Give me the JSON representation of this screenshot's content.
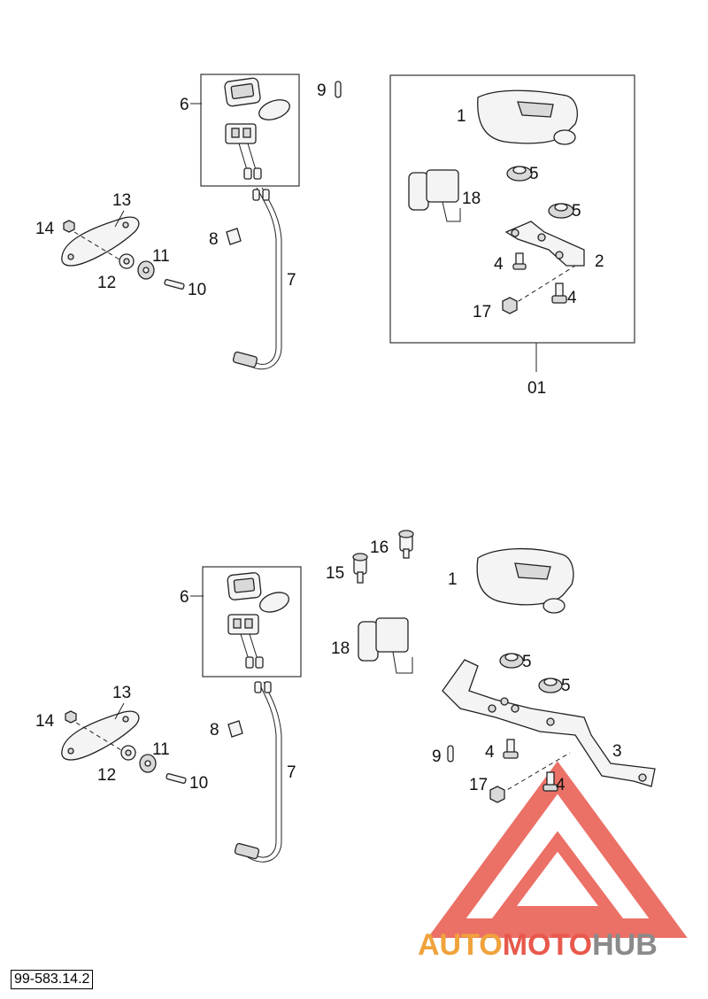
{
  "diagram_code": "99-583.14.2",
  "watermark": {
    "text_a": "AUTO",
    "text_b": "MOTO",
    "text_c": "HUB"
  },
  "colors": {
    "line": "#222222",
    "watermark_red": "#e8584c",
    "watermark_orange": "#f0a23b",
    "watermark_gray": "#8a8a8a"
  },
  "top": {
    "labels": {
      "l6": "6",
      "l9": "9",
      "l1": "1",
      "l5a": "5",
      "l18": "18",
      "l5b": "5",
      "l2": "2",
      "l4a": "4",
      "l17": "17",
      "l4b": "4",
      "l01": "01",
      "l13": "13",
      "l14": "14",
      "l8": "8",
      "l11": "11",
      "l12": "12",
      "l10": "10",
      "l7": "7"
    }
  },
  "bottom": {
    "labels": {
      "l16": "16",
      "l15": "15",
      "l1": "1",
      "l6": "6",
      "l18": "18",
      "l5a": "5",
      "l5b": "5",
      "l13": "13",
      "l14": "14",
      "l8": "8",
      "l11": "11",
      "l12": "12",
      "l10": "10",
      "l7": "7",
      "l3": "3",
      "l9": "9",
      "l4a": "4",
      "l17": "17",
      "l4b": "4"
    }
  }
}
